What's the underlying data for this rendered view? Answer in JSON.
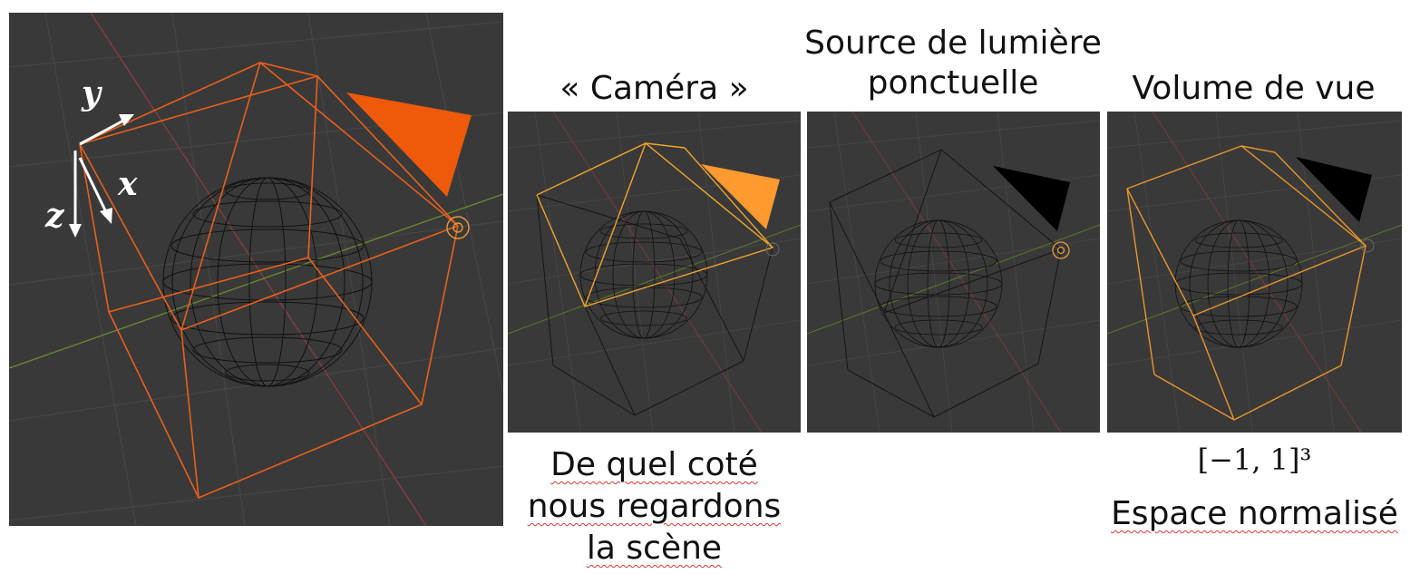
{
  "main_panel": {
    "axes": {
      "y": "y",
      "x": "x",
      "z": "z"
    }
  },
  "panels": [
    {
      "caption": "« Caméra »"
    },
    {
      "caption_line1": "Source de lumière",
      "caption_line2": "ponctuelle"
    },
    {
      "caption": "Volume de vue"
    }
  ],
  "notes": {
    "camera_line1": "De quel coté",
    "camera_line2": "nous regardons",
    "camera_line3": "la scène",
    "cube_math": "[−1, 1]³",
    "volume_line": "Espace normalisé"
  },
  "colors": {
    "viewport_bg": "#393939",
    "grid": "#454545",
    "x_axis_line": "#8a3d42",
    "y_axis_line": "#6d8a2e",
    "main_frustum": "#e8601c",
    "camera_frustum": "#f0a52c",
    "volume_frustum": "#e8962c",
    "dark_edges": "#151515",
    "light_icon": "#e89a3c",
    "main_cone": "#ee5a0a",
    "camera_cone": "#ff9a2e",
    "other_cone": "#000000"
  },
  "icons": [
    "camera-cone-icon",
    "light-point-icon",
    "axis-arrow-icon"
  ]
}
